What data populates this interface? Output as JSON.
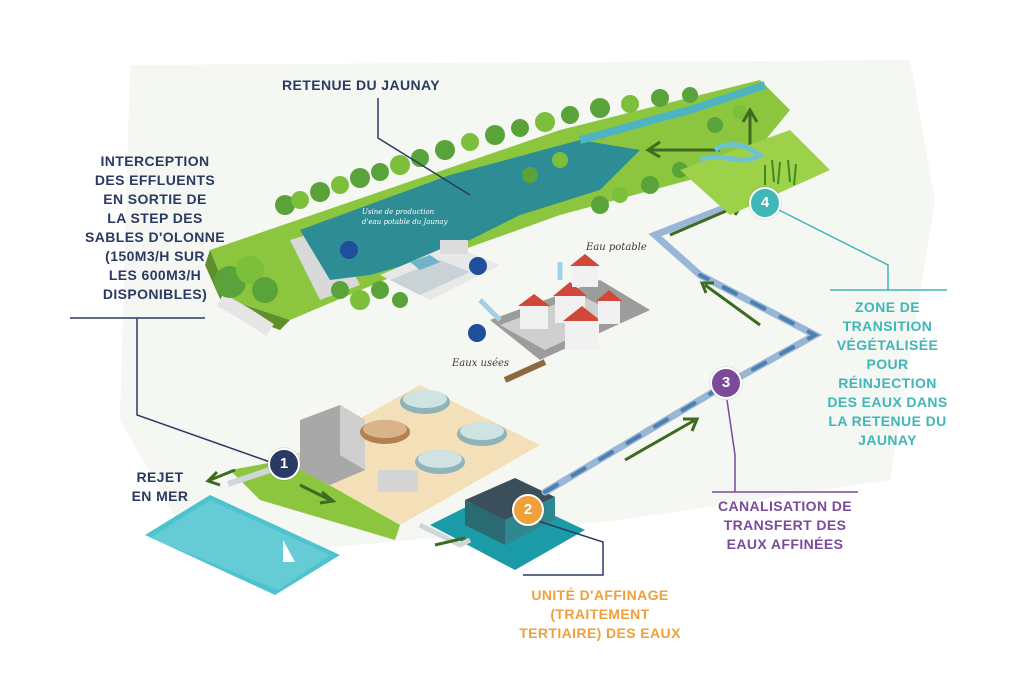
{
  "labels": {
    "retenue": "RETENUE DU JAUNAY",
    "interception": [
      "INTERCEPTION",
      "DES EFFLUENTS",
      "EN SORTIE DE",
      "LA STEP DES",
      "SABLES D'OLONNE",
      "(150M3/H SUR",
      "LES 600M3/H",
      "DISPONIBLES)"
    ],
    "rejet": [
      "REJET",
      "EN MER"
    ],
    "zone": [
      "ZONE DE",
      "TRANSITION",
      "VÉGÉTALISÉE",
      "POUR",
      "RÉINJECTION",
      "DES EAUX DANS",
      "LA RETENUE DU",
      "JAUNAY"
    ],
    "canalisation": [
      "CANALISATION DE",
      "TRANSFERT DES",
      "EAUX AFFINÉES"
    ],
    "unite": [
      "UNITÉ D'AFFINAGE",
      "(TRAITEMENT",
      "TERTIAIRE) DES EAUX"
    ]
  },
  "annotations": {
    "usine": [
      "Usine de production",
      "d'eau potable du Jaunay"
    ],
    "eau_potable": "Eau potable",
    "eaux_usees": "Eaux usées"
  },
  "steps": [
    {
      "number": "1",
      "color": "#2b3a63"
    },
    {
      "number": "2",
      "color": "#f0a03a"
    },
    {
      "number": "3",
      "color": "#7b4a9b"
    },
    {
      "number": "4",
      "color": "#3fb6b8"
    }
  ],
  "colors": {
    "navy": "#2b3a63",
    "orange": "#f0a03a",
    "purple": "#7b4a9b",
    "teal": "#3fb6b8",
    "grass": "#8cc63f",
    "water": "#2e8c95"
  }
}
